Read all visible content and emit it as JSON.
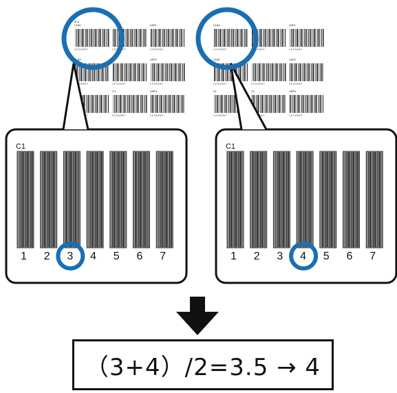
{
  "colors": {
    "highlight": "#1a6fb3",
    "ink": "#111111",
    "pattern_bar": "#8c8c8c"
  },
  "thumbnails": [
    {
      "header": "M-5",
      "rows": [
        {
          "labels": [
            "VLB1",
            "",
            "LBP1"
          ],
          "numbers": "1 2 3 4 5 6 7"
        },
        {
          "labels": [
            "VLB2",
            "",
            "LBP2"
          ],
          "numbers": "1 2 3 4 5 6 7"
        },
        {
          "labels": [
            "K1",
            "C1",
            "LBP3"
          ],
          "numbers": "1 2 3 4 5 6 7"
        }
      ]
    },
    {
      "header": "",
      "rows": [
        {
          "labels": [
            "VLB1",
            "",
            "LBP1"
          ],
          "numbers": "1 2 3 4 5 6 7"
        },
        {
          "labels": [
            "VLB2",
            "",
            "LBP2"
          ],
          "numbers": "1 2 3 4 5 6 7"
        },
        {
          "labels": [
            "K1",
            "C1",
            "LBP3"
          ],
          "numbers": "1 2 3 4 5 6 7"
        }
      ]
    }
  ],
  "zooms": [
    {
      "label": "C1",
      "numbers": [
        "1",
        "2",
        "3",
        "4",
        "5",
        "6",
        "7"
      ],
      "selected": "3"
    },
    {
      "label": "C1",
      "numbers": [
        "1",
        "2",
        "3",
        "4",
        "5",
        "6",
        "7"
      ],
      "selected": "4"
    }
  ],
  "arrow_icon": "down-arrow-icon",
  "formula": "（3+4）/2=3.5 → 4"
}
